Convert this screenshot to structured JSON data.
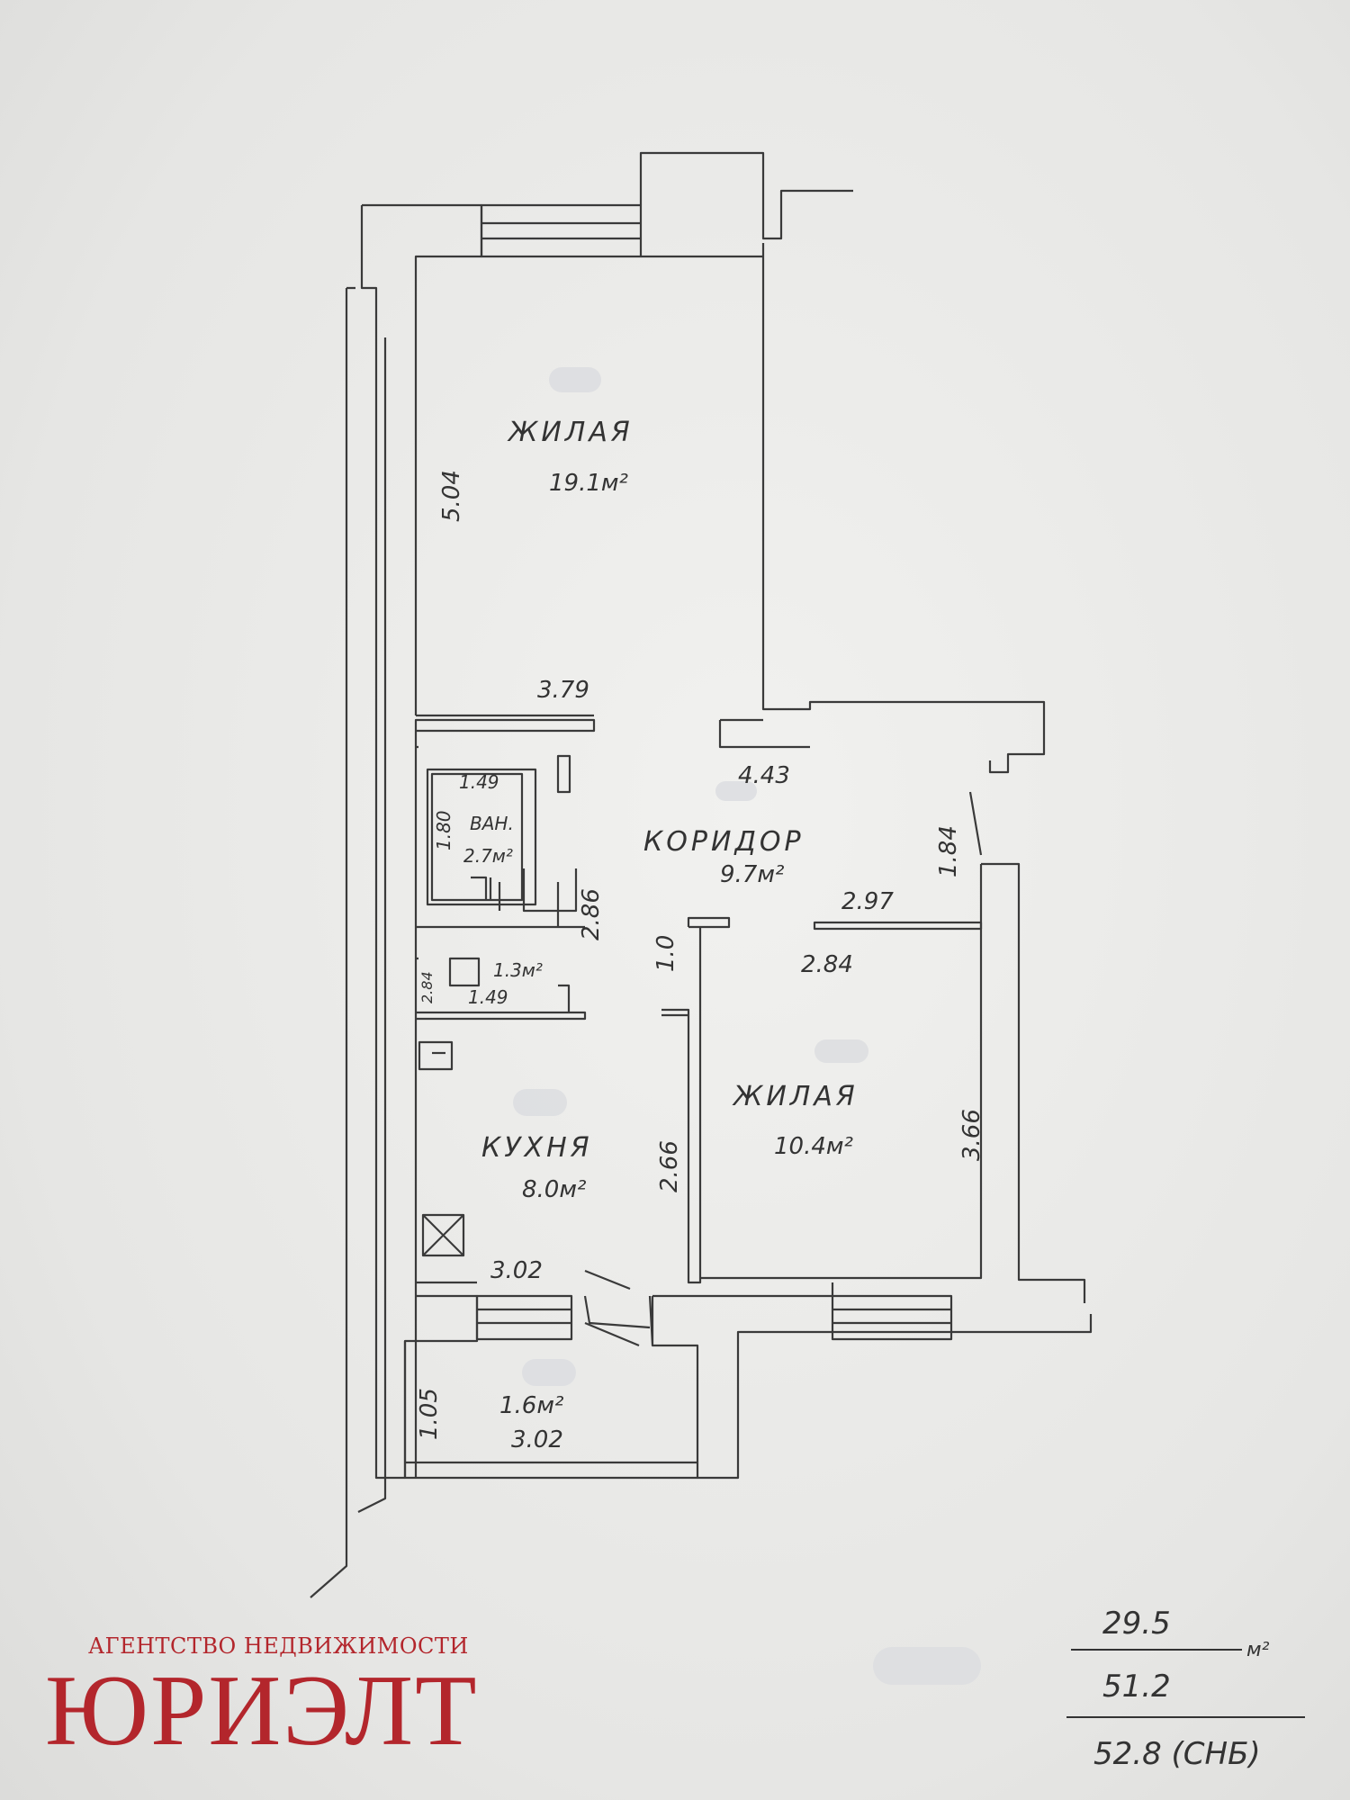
{
  "rooms": {
    "living_1": {
      "label": "ЖИЛАЯ",
      "area": "19.1м²"
    },
    "corridor": {
      "label": "КОРИДОР",
      "area": "9.7м²"
    },
    "bath": {
      "label": "ВАН.",
      "area": "2.7м²"
    },
    "wc": {
      "area": "1.3м²"
    },
    "kitchen": {
      "label": "КУХНЯ",
      "area": "8.0м²"
    },
    "living_2": {
      "label": "ЖИЛАЯ",
      "area": "10.4м²"
    },
    "balcony": {
      "area": "1.6м²"
    }
  },
  "dimensions": {
    "living_1_height": "5.04",
    "living_1_width": "3.79",
    "corridor_width": "4.43",
    "corridor_side": "1.84",
    "bath_width": "1.49",
    "bath_height": "1.80",
    "bath_side": "2.86",
    "wc_height": "2.84",
    "wc_width": "1.49",
    "door_gap": "1.0",
    "shelf_width": "2.97",
    "living_2_top": "2.84",
    "living_2_height": "3.66",
    "kitchen_height": "2.66",
    "kitchen_width": "3.02",
    "balcony_height": "1.05",
    "balcony_width": "3.02"
  },
  "totals": {
    "living": "29.5",
    "total": "51.2",
    "total_snb": "52.8 (СНБ)",
    "unit": "м²"
  },
  "brand": {
    "subtitle": "АГЕНТСТВО НЕДВИЖИМОСТИ",
    "name": "ЮРИЭЛТ"
  },
  "colors": {
    "ink": "#333333",
    "brand": "#b3262c"
  }
}
